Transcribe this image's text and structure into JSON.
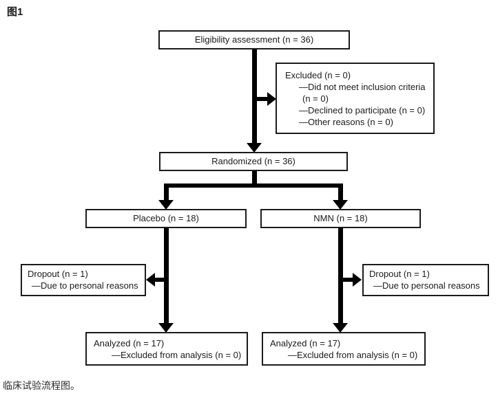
{
  "figure_label": "图1",
  "caption": "临床试验流程图。",
  "colors": {
    "line": "#000000",
    "box_border": "#1a1a1a",
    "background": "#ffffff",
    "text": "#1a1a1a"
  },
  "flowchart": {
    "eligibility": {
      "label": "Eligibility assessment (n = 36)"
    },
    "excluded": {
      "title": "Excluded (n = 0)",
      "items": [
        "—Did not meet inclusion criteria",
        "(n = 0)",
        "—Declined to participate (n = 0)",
        "—Other reasons (n = 0)"
      ]
    },
    "randomized": {
      "label": "Randomized (n = 36)"
    },
    "placebo": {
      "label": "Placebo (n = 18)"
    },
    "nmn": {
      "label": "NMN (n = 18)"
    },
    "dropout_left": {
      "title": "Dropout (n = 1)",
      "reason": "—Due to personal reasons"
    },
    "dropout_right": {
      "title": "Dropout (n = 1)",
      "reason": "—Due to personal reasons"
    },
    "analyzed_left": {
      "title": "Analyzed (n = 17)",
      "detail": "—Excluded from analysis (n = 0)"
    },
    "analyzed_right": {
      "title": "Analyzed (n = 17)",
      "detail": "—Excluded from analysis (n = 0)"
    }
  }
}
